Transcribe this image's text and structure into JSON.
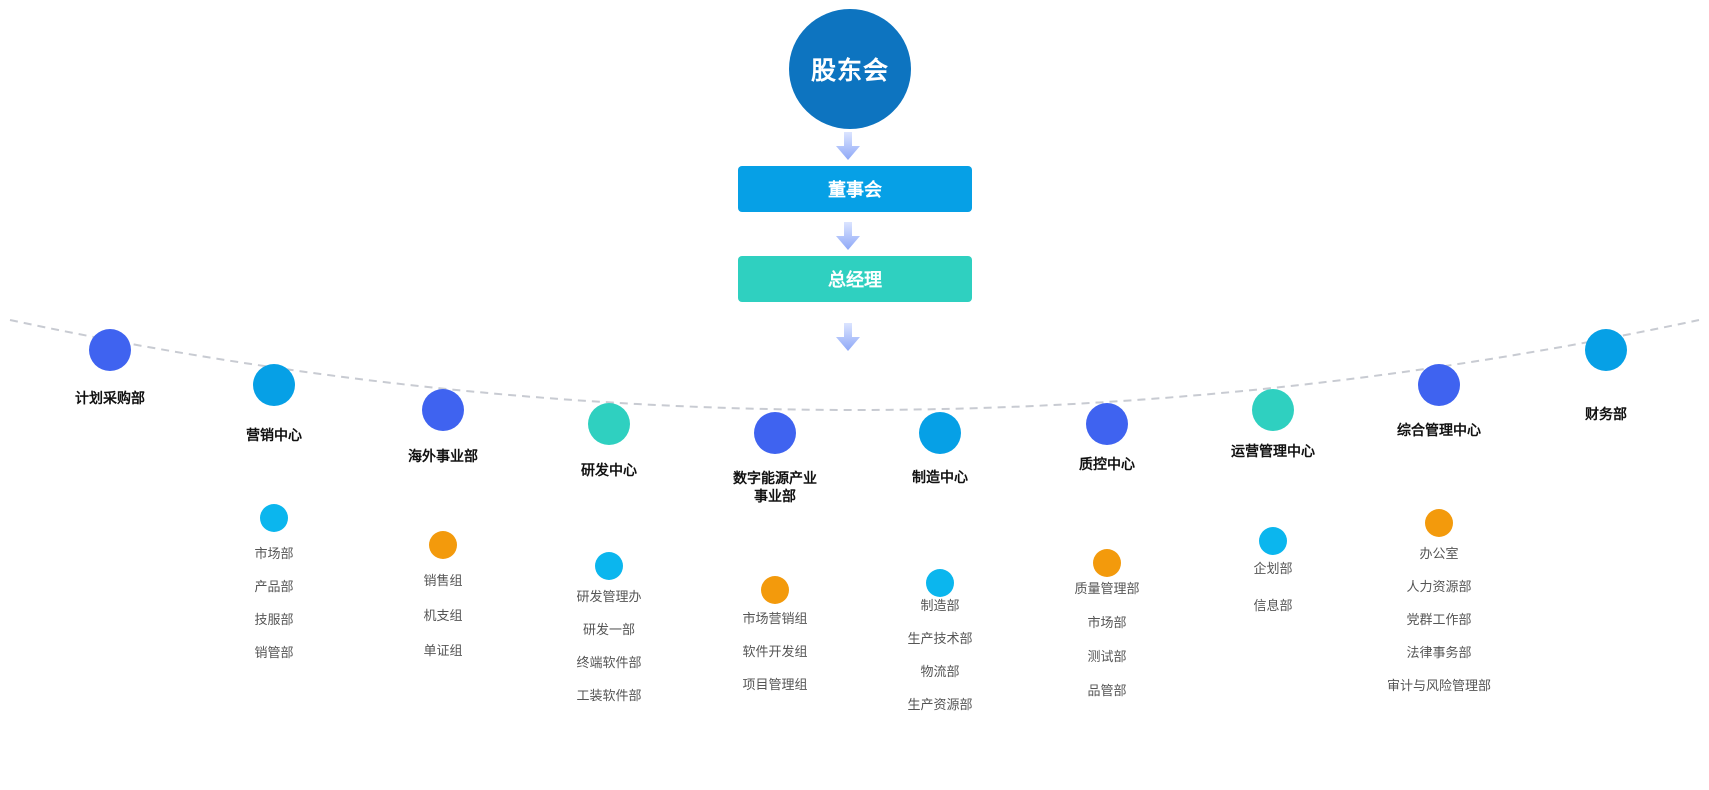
{
  "colors": {
    "shareholders": "#0d74c0",
    "board": "#06a0e6",
    "gm": "#2fd0c0",
    "blue": "#3f63f0",
    "sky": "#06a0e6",
    "teal": "#2fd0c0",
    "light": "#0bb6ee",
    "orange": "#f39a0c",
    "arrow": "#9fb6fb",
    "curve": "#c8cbd2"
  },
  "top": {
    "shareholders": "股东会",
    "board": "董事会",
    "gm": "总经理"
  },
  "departments": [
    {
      "name": "计划采购部",
      "color": "blue",
      "subs": []
    },
    {
      "name": "营销中心",
      "color": "sky",
      "sub_color": "light",
      "subs": [
        "市场部",
        "产品部",
        "技服部",
        "销管部"
      ]
    },
    {
      "name": "海外事业部",
      "color": "blue",
      "sub_color": "orange",
      "subs": [
        "销售组",
        "机支组",
        "单证组"
      ]
    },
    {
      "name": "研发中心",
      "color": "teal",
      "sub_color": "light",
      "subs": [
        "研发管理办",
        "研发一部",
        "终端软件部",
        "工装软件部"
      ]
    },
    {
      "name": "数字能源产业\n事业部",
      "color": "blue",
      "sub_color": "orange",
      "subs": [
        "市场营销组",
        "软件开发组",
        "项目管理组"
      ]
    },
    {
      "name": "制造中心",
      "color": "sky",
      "sub_color": "light",
      "subs": [
        "制造部",
        "生产技术部",
        "物流部",
        "生产资源部"
      ]
    },
    {
      "name": "质控中心",
      "color": "blue",
      "sub_color": "orange",
      "subs": [
        "质量管理部",
        "市场部",
        "测试部",
        "品管部"
      ]
    },
    {
      "name": "运营管理中心",
      "color": "teal",
      "sub_color": "light",
      "subs": [
        "企划部",
        "信息部"
      ]
    },
    {
      "name": "综合管理中心",
      "color": "blue",
      "sub_color": "orange",
      "subs": [
        "办公室",
        "人力资源部",
        "党群工作部",
        "法律事务部",
        "审计与风险管理部"
      ]
    },
    {
      "name": "财务部",
      "color": "sky",
      "subs": []
    }
  ]
}
